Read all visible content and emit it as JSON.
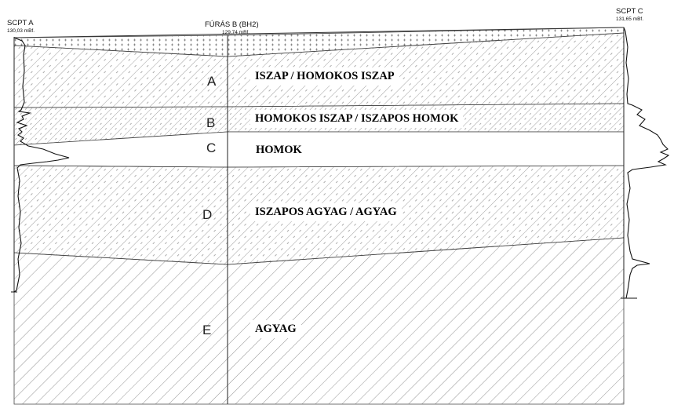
{
  "boreholes": [
    {
      "name": "SCPT A",
      "elevation": "130,03 mBf."
    },
    {
      "name": "FÚRÁS B (BH2)",
      "elevation": "129,74 mBf."
    },
    {
      "name": "SCPT C",
      "elevation": "131,65 mBf."
    }
  ],
  "layers": [
    {
      "letter": "A",
      "label": "ISZAP / HOMOKOS ISZAP"
    },
    {
      "letter": "B",
      "label": "HOMOKOS ISZAP / ISZAPOS HOMOK"
    },
    {
      "letter": "C",
      "label": "HOMOK"
    },
    {
      "letter": "D",
      "label": "ISZAPOS AGYAG / AGYAG"
    },
    {
      "letter": "E",
      "label": "AGYAG"
    }
  ]
}
